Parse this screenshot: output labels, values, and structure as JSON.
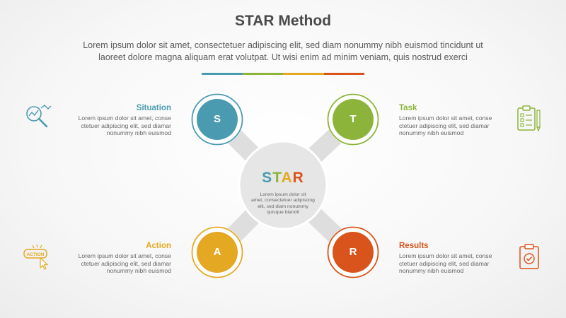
{
  "header": {
    "title": "STAR Method",
    "subtitle_line1": "Lorem ipsum dolor sit amet, consectetuer adipiscing elit, sed diam nonummy nibh euismod tincidunt ut",
    "subtitle_line2": "laoreet dolore magna aliquam erat volutpat. Ut wisi enim ad minim veniam, quis nostrud exerci"
  },
  "colors": {
    "situation": "#4a9bb0",
    "task": "#8cb43a",
    "action": "#e4a822",
    "results": "#d9541c",
    "hub": "#e6e6e6",
    "connector": "#dedede"
  },
  "hub": {
    "letters": [
      "S",
      "T",
      "A",
      "R"
    ],
    "text_lines": [
      "Lorem ipsum dolor sit",
      "amet, consectetuer adipiscing",
      "elit, sed diam nonummy",
      "quisque blandit"
    ]
  },
  "nodes": {
    "situation": {
      "letter": "S"
    },
    "task": {
      "letter": "T"
    },
    "action": {
      "letter": "A"
    },
    "results": {
      "letter": "R"
    }
  },
  "blocks": {
    "situation": {
      "heading": "Situation",
      "lines": [
        "Lorem ipsum dolor sit amet, conse",
        "ctetuer adipiscing elit, sed diamar",
        "nonummy nibh euismod"
      ],
      "icon": "magnifier-chart-icon"
    },
    "task": {
      "heading": "Task",
      "lines": [
        "Lorem ipsum dolor sit amet, conse",
        "ctetuer adipiscing elit, sed diamar",
        "nonummy nibh euismod"
      ],
      "icon": "clipboard-checklist-icon"
    },
    "action": {
      "heading": "Action",
      "lines": [
        "Lorem ipsum dolor sit amet, conse",
        "ctetuer adipiscing elit, sed diamar",
        "nonummy nibh euismod"
      ],
      "icon": "action-button-click-icon",
      "icon_label": "ACTION"
    },
    "results": {
      "heading": "Results",
      "lines": [
        "Lorem ipsum dolor sit amet, conse",
        "ctetuer adipiscing elit, sed diamar",
        "nonummy nibh euismod"
      ],
      "icon": "clipboard-check-icon"
    }
  }
}
